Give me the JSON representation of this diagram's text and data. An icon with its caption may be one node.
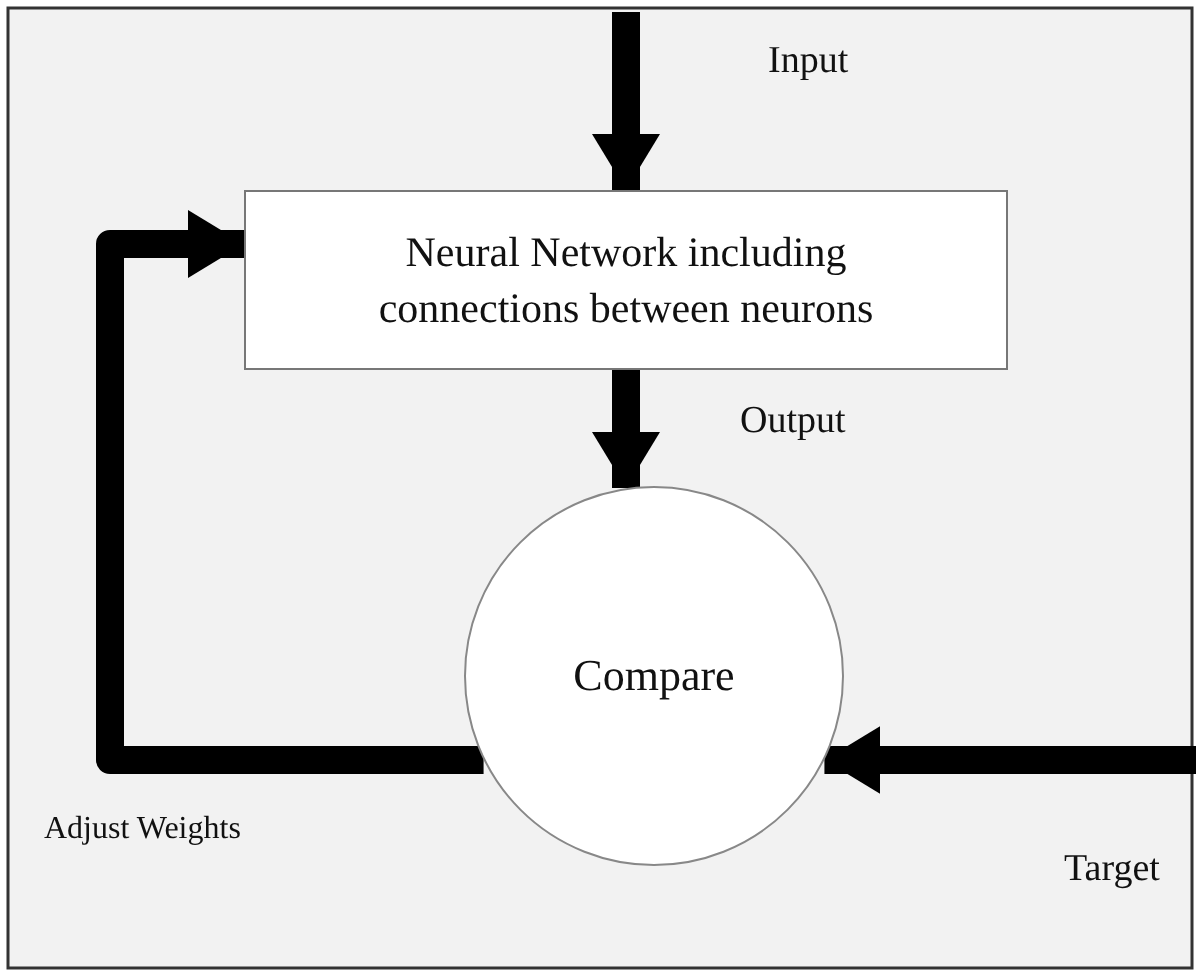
{
  "diagram": {
    "nodes": [
      {
        "text": [
          "Neural Network including connections between neurons"
        ]
      },
      {
        "text": [
          "Compare"
        ]
      }
    ],
    "edges": [
      {
        "from": null,
        "to": 0,
        "arrow": "to",
        "label": "Input"
      },
      {
        "from": 0,
        "to": 1,
        "arrow": "to",
        "label": "Output"
      },
      {
        "from": null,
        "to": 1,
        "arrow": "to",
        "label": "Target"
      },
      {
        "from": 1,
        "to": 0,
        "arrow": "to",
        "label": "Adjust Weights"
      }
    ]
  }
}
